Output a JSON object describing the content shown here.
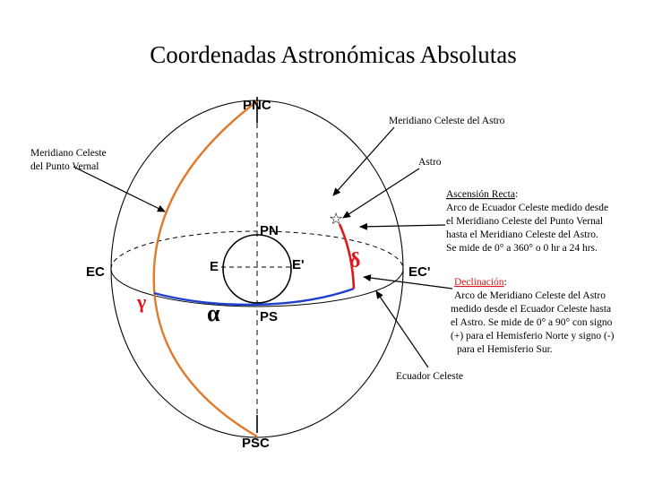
{
  "title": "Coordenadas Astronómicas Absolutas",
  "colors": {
    "outline": "#000000",
    "meridian_vernal": "#e07a2a",
    "astro_arc": "#e0161a",
    "equator_arc": "#1f3fd0"
  },
  "labels": {
    "pnc": "PNC",
    "psc": "PSC",
    "pn": "PN",
    "ps": "PS",
    "ec_left": "EC",
    "ec_right": "EC'",
    "e_left": "E",
    "e_right": "E'"
  },
  "symbols": {
    "vernal": "γ",
    "alpha": "α",
    "delta": "δ",
    "star": "☆"
  },
  "annotations": {
    "meridiano_astro": "Meridiano Celeste del Astro",
    "meridiano_vernal": [
      "Meridiano Celeste",
      "del Punto Vernal"
    ],
    "astro": "Astro",
    "ascension_title": "Ascensión Recta",
    "ascension_lines": [
      "Arco de Ecuador Celeste medido desde",
      "el Meridiano Celeste del Punto Vernal",
      "hasta el Meridiano Celeste del Astro.",
      "Se mide de 0° a 360° o 0 hr a 24 hrs."
    ],
    "declinacion_title": "Declinación",
    "declinacion_lines": [
      "Arco de Meridiano Celeste del Astro",
      "medido desde el Ecuador Celeste hasta",
      "el Astro. Se mide de 0° a 90° con signo",
      "(+) para el Hemisferio Norte y signo (-)",
      "para el Hemisferio Sur."
    ],
    "ecuador": "Ecuador Celeste"
  }
}
